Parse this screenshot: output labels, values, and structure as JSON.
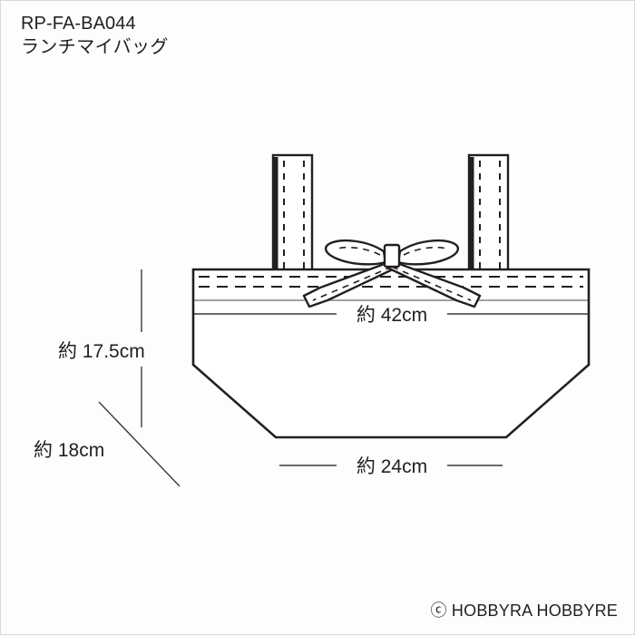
{
  "document": {
    "product_code": "RP-FA-BA044",
    "product_name": "ランチマイバッグ",
    "copyright": "ⓒ HOBBYRA HOBBYRE"
  },
  "illustration": {
    "name": "lunch-tote-bag-technical-drawing",
    "outline_color": "#231f20",
    "fill_color": "#ffffff",
    "stitch_color": "#231f20",
    "dimension_line_color": "#3a3a3a",
    "parts": [
      {
        "name": "left-handle",
        "label": "left handle strap"
      },
      {
        "name": "right-handle",
        "label": "right handle strap"
      },
      {
        "name": "bag-body",
        "label": "bag body with angled bottom corners"
      },
      {
        "name": "ribbon-bow",
        "label": "ribbon bow tie"
      },
      {
        "name": "top-hem-stitching",
        "label": "dashed top hem stitch lines"
      }
    ]
  },
  "dimensions": {
    "width_top": "約 42cm",
    "height_side": "約 17.5cm",
    "depth_diagonal": "約 18cm",
    "width_bottom": "約 24cm"
  }
}
